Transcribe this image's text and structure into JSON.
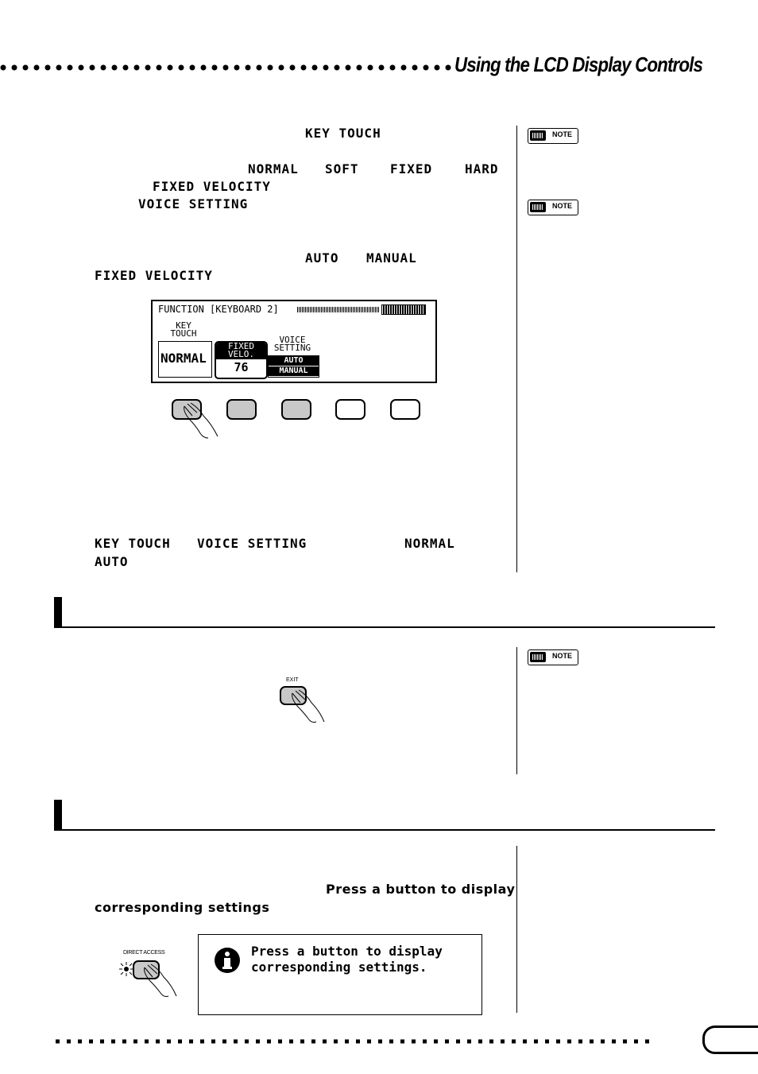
{
  "header": {
    "title": "Using the LCD Display Controls"
  },
  "section1": {
    "line1": "KEY TOUCH",
    "line2_normal": "NORMAL",
    "line2_soft": "SOFT",
    "line2_fixed": "FIXED",
    "line2_hard": "HARD",
    "line3": "FIXED VELOCITY",
    "line4": "VOICE SETTING",
    "line5_auto": "AUTO",
    "line5_manual": "MANUAL",
    "line6": "FIXED VELOCITY",
    "line7_keytouch": "KEY TOUCH",
    "line7_voicesetting": "VOICE SETTING",
    "line7_normal": "NORMAL",
    "line8": "AUTO"
  },
  "lcd1": {
    "title": "FUNCTION [KEYBOARD 2]",
    "key_label_1": "KEY",
    "key_label_2": "TOUCH",
    "key_value": "NORMAL",
    "fixed_label_1": "FIXED",
    "fixed_label_2": "VELO.",
    "fixed_value": "76",
    "voice_label_1": "VOICE",
    "voice_label_2": "SETTING",
    "voice_opt_1": "AUTO",
    "voice_opt_2": "MANUAL"
  },
  "exit_button": {
    "label": "EXIT"
  },
  "direct_access": {
    "button_label": "DIRECT ACCESS",
    "inline_1": "Press a button to display",
    "inline_2": "corresponding settings",
    "msg_line1": "Press a button to display",
    "msg_line2": "corresponding settings."
  },
  "notes": {
    "label": "NOTE"
  }
}
